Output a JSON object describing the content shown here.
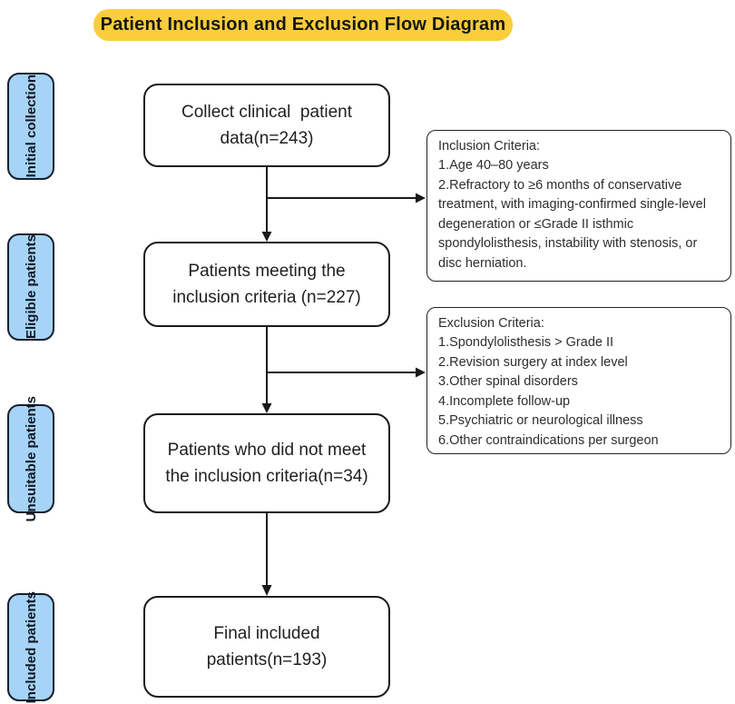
{
  "title": "Patient Inclusion and Exclusion Flow Diagram",
  "colors": {
    "title_bg": "#FACD3B",
    "stage_bg": "#A6D4F6",
    "stage_border": "#16202E",
    "box_border": "#1A1A1A",
    "text_dark": "#1F1F1F",
    "text_gray": "#2E2E2E"
  },
  "stages": [
    {
      "label": "Initial collection"
    },
    {
      "label": "Eligible patients"
    },
    {
      "label": "Unsuitable patients"
    },
    {
      "label": "Included patients"
    }
  ],
  "flow": {
    "boxes": [
      {
        "id": "collect",
        "lines": [
          "Collect clinical  patient",
          "data(n=243)"
        ]
      },
      {
        "id": "meeting",
        "lines": [
          "Patients meeting the",
          "inclusion criteria (n=227)"
        ]
      },
      {
        "id": "not-meeting",
        "lines": [
          "Patients who did not meet",
          "the inclusion criteria(n=34)"
        ]
      },
      {
        "id": "final",
        "lines": [
          "Final included",
          "patients(n=193)"
        ]
      }
    ]
  },
  "criteria": [
    {
      "heading": "Inclusion Criteria:",
      "items": [
        "1.Age 40–80 years",
        "2.Refractory to ≥6 months of conservative treatment, with imaging-confirmed single-level degeneration or ≤Grade II isthmic spondylolisthesis, instability with stenosis, or disc herniation."
      ]
    },
    {
      "heading": "Exclusion Criteria:",
      "items": [
        "1.Spondylolisthesis > Grade II",
        "2.Revision surgery at index level",
        "3.Other spinal disorders",
        "4.Incomplete follow-up",
        "5.Psychiatric or neurological illness",
        "6.Other contraindications per surgeon"
      ]
    }
  ]
}
